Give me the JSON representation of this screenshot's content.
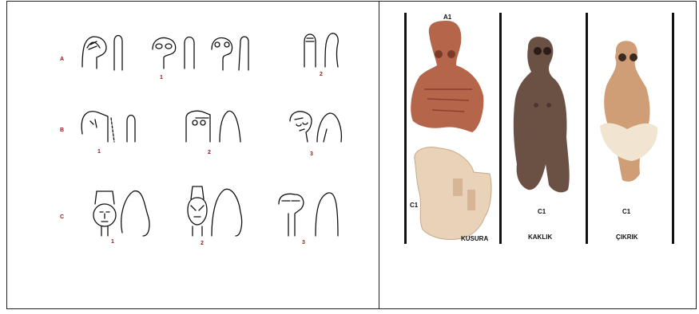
{
  "left_panel": {
    "rows": [
      {
        "letter": "A",
        "numbers": [
          "1",
          "2"
        ]
      },
      {
        "letter": "B",
        "numbers": [
          "1",
          "2",
          "3"
        ]
      },
      {
        "letter": "C",
        "numbers": [
          "1",
          "2",
          "3"
        ]
      }
    ]
  },
  "right_panel": {
    "top_label": "A1",
    "labels": {
      "c1_left": "C1",
      "c1_middle": "C1",
      "c1_right": "C1"
    },
    "sites": [
      "KUSURA",
      "KAKLIK",
      "ÇIKRIK"
    ]
  },
  "colors": {
    "row_letter": "#8b1a1a",
    "terracotta": "#b5654a",
    "dark_clay": "#6b5044",
    "pale_clay": "#e8d2b8"
  }
}
